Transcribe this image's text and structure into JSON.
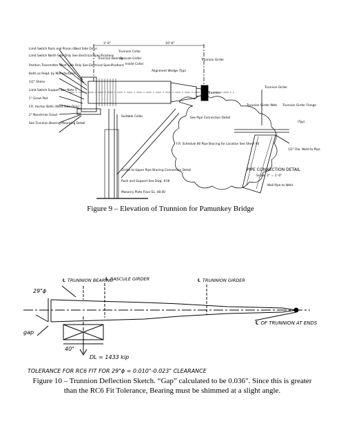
{
  "figure9": {
    "caption": "Figure 9 – Elevation of Trunnion for Pamunkey Bridge",
    "labels_left": [
      "Limit Switch Rack and Pinion (West Side Only)",
      "Limit Switch North Side Only See Electrical Specifications",
      "Position Transmitter West Side Only See Electrical Specifications",
      "Bolts as Reqd. by Manufacturer",
      "1/2\" Shims",
      "Limit Switch Support See Note 5",
      "1\" Grout Pad",
      "F.R. Anchor Bolts (West Side Only)",
      "2\" Nonshrink Grout",
      "See Trunnion Bearing Mounting Detail"
    ],
    "labels_top": [
      "Trunnion Bearing",
      "Trunnion Collar",
      "Bascule Girder",
      "Inside Collar",
      "Alignment Wedge (Typ)",
      "Trunnion Girder"
    ],
    "labels_mid": [
      "Trunnion",
      "Suitable Collar",
      "See Pipe Connection Detail",
      "F.R. Schedule 80 Pipe Bracing for Location See Sheet 90",
      "Girder to Upper Pipe Bracing Connection Detail",
      "Rack and Support See Dwg. #18",
      "Masonry Plate Floor EL. 48.00"
    ],
    "detail": {
      "title": "PIPE CONNECTION DETAIL",
      "scale": "Scale: 3\" = 1'-0\"",
      "labels": [
        "Trunnion Girder Web",
        "Trunnion Girder Flange",
        "(Typ)",
        "Trunnion Girder",
        "Wall Pipe to Weld",
        "1/2\" Dia. Weld to Pipe"
      ]
    },
    "dims": [
      "3'-0\"",
      "10'-6\""
    ]
  },
  "figure10": {
    "caption": "Figure 10 – Trunnion Deflection Sketch. “Gap” calculated to be 0.036\". Since this is greater than the RC6 Fit Tolerance, Bearing must be shimmed at a slight angle.",
    "hand_labels": {
      "trunnion_bearing": "℄ TRUNNION BEARING",
      "bascule_girder": "℄ BASCULE GIRDER",
      "trunnion_girder": "℄ TRUNNION GIRDER",
      "diameter": "29\"ϕ",
      "trunnion_ends": "℄ OF TRUNNION AT ENDS",
      "gap": "gap",
      "length": "40\"",
      "load": "DL = 1433 kip",
      "tolerance": "TOLERANCE FOR RC6 FIT FOR 29\"ϕ = 0.010\"-0.023\" CLEARANCE"
    }
  }
}
